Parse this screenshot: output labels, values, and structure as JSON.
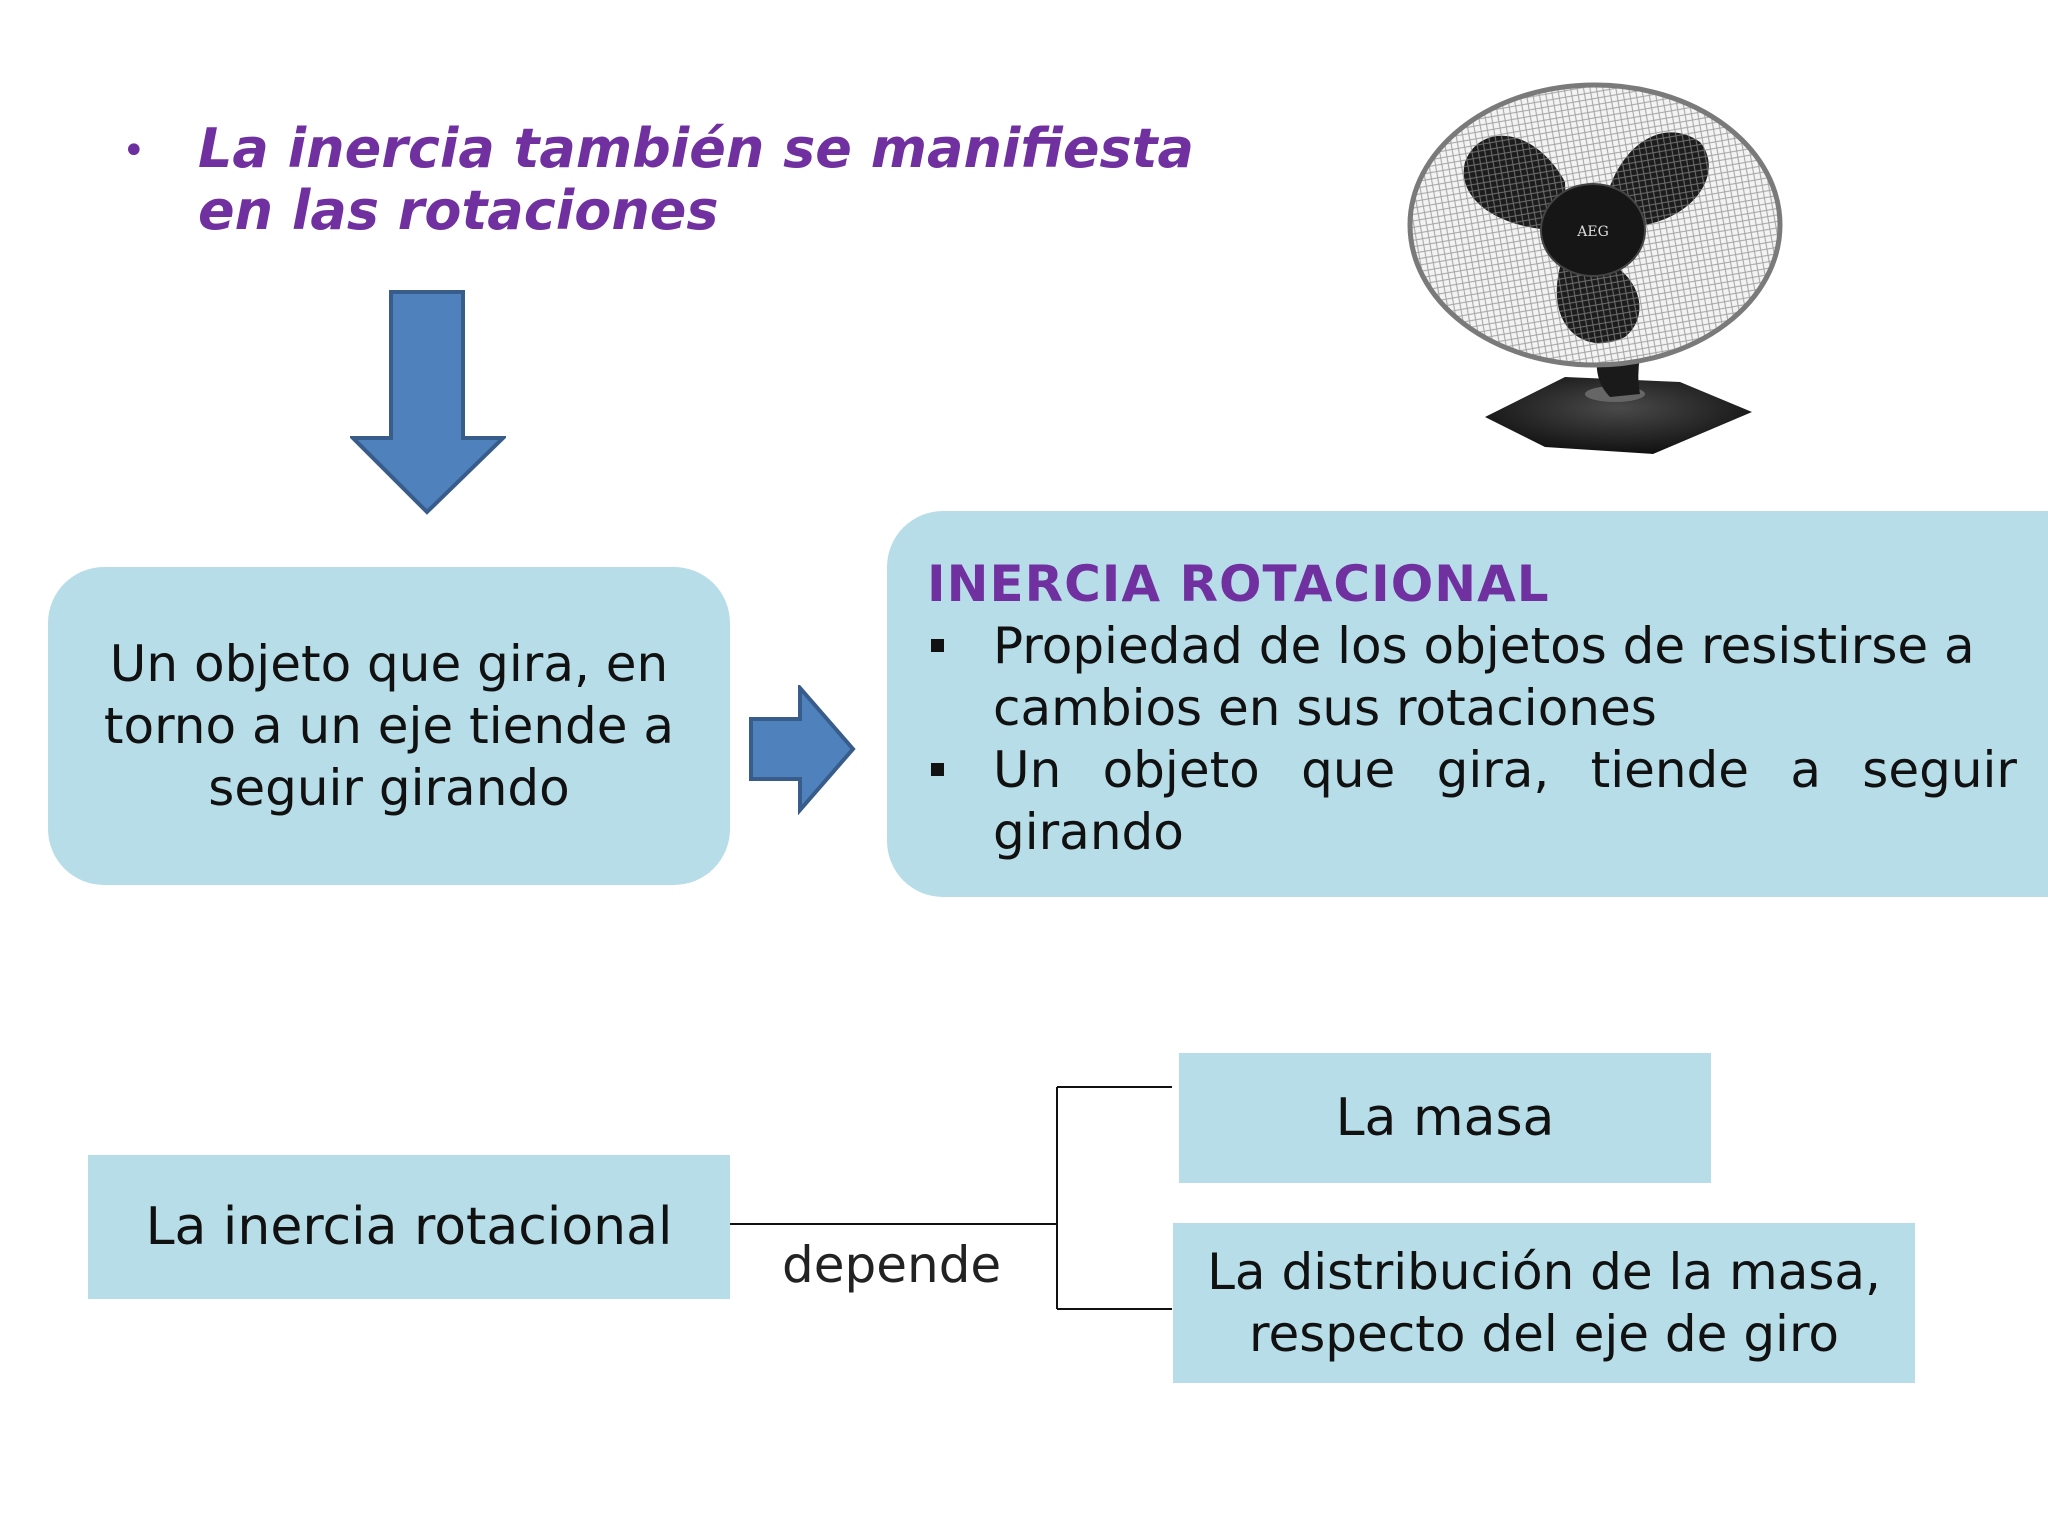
{
  "heading": {
    "line1": "La inercia también se manifiesta",
    "line2": "en las rotaciones"
  },
  "box_left": {
    "text": "Un objeto que gira, en torno a un eje tiende a seguir girando"
  },
  "box_right": {
    "title": "INERCIA ROTACIONAL",
    "bullet1_line1": "Propiedad de los objetos de resistirse a",
    "bullet1_line2": "cambios en sus rotaciones",
    "bullet2_words": [
      "Un",
      "objeto",
      "que",
      "gira,",
      "tiende",
      "a",
      "seguir"
    ],
    "bullet2_line2": "girando"
  },
  "bottom": {
    "inercia": "La inercia rotacional",
    "depende": "depende",
    "masa": "La masa",
    "distrib_line1": "La distribución de la masa,",
    "distrib_line2": "respecto del eje de giro"
  },
  "fan": {
    "brand": "AEG"
  },
  "colors": {
    "purple": "#7030a0",
    "box_fill": "#b7dde8",
    "arrow_fill": "#4f81bd",
    "arrow_stroke": "#385d8a"
  }
}
